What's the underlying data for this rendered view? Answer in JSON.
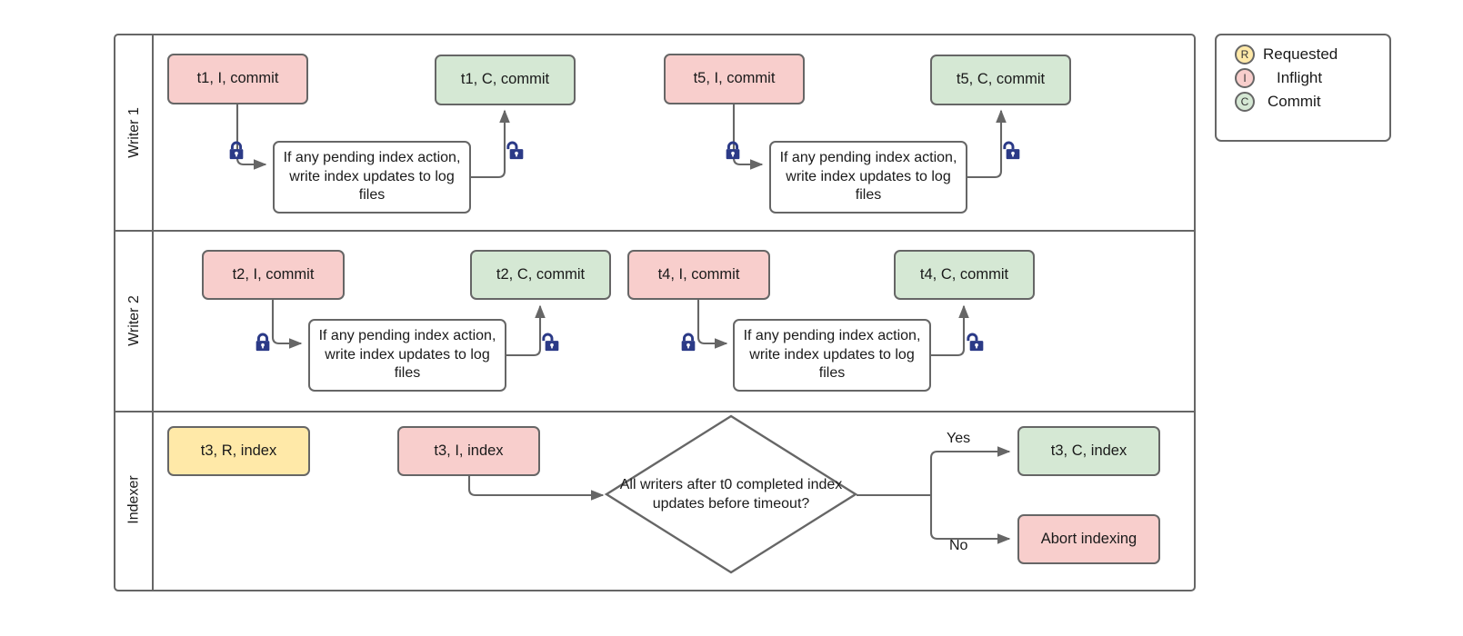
{
  "diagram": {
    "title": "Writer and indexer swimlane flow",
    "colors": {
      "inflight": "#f8cecc",
      "commit": "#d5e8d4",
      "requested": "#ffe9a8",
      "stroke": "#666666",
      "lock": "#2b3a87"
    },
    "lanes": [
      {
        "name": "Writer 1"
      },
      {
        "name": "Writer 2"
      },
      {
        "name": "Indexer"
      }
    ],
    "writer1": {
      "t1_inflight": "t1, I, commit",
      "t1_commit": "t1, C, commit",
      "t1_process": "If any pending index action, write index updates to log files",
      "t5_inflight": "t5, I, commit",
      "t5_commit": "t5, C, commit",
      "t5_process": "If any pending index action, write index updates to log files",
      "lock_closed_1": "lock-closed-icon",
      "lock_open_1": "lock-open-icon",
      "lock_closed_2": "lock-closed-icon",
      "lock_open_2": "lock-open-icon"
    },
    "writer2": {
      "t2_inflight": "t2, I, commit",
      "t2_commit": "t2, C, commit",
      "t2_process": "If any pending index action, write index updates to log files",
      "t4_inflight": "t4, I, commit",
      "t4_commit": "t4, C, commit",
      "t4_process": "If any pending index action, write index updates to log files",
      "lock_closed_1": "lock-closed-icon",
      "lock_open_1": "lock-open-icon",
      "lock_closed_2": "lock-closed-icon",
      "lock_open_2": "lock-open-icon"
    },
    "indexer": {
      "t3_requested": "t3, R, index",
      "t3_inflight": "t3, I, index",
      "decision": "All writers after t0 completed index updates before timeout?",
      "yes_label": "Yes",
      "no_label": "No",
      "t3_commit": "t3, C, index",
      "abort": "Abort indexing"
    }
  },
  "legend": {
    "items": [
      {
        "badge": "R",
        "label": "Requested",
        "color": "#ffe9a8"
      },
      {
        "badge": "I",
        "label": "Inflight",
        "color": "#f8cecc"
      },
      {
        "badge": "C",
        "label": "Commit",
        "color": "#d5e8d4"
      }
    ]
  }
}
